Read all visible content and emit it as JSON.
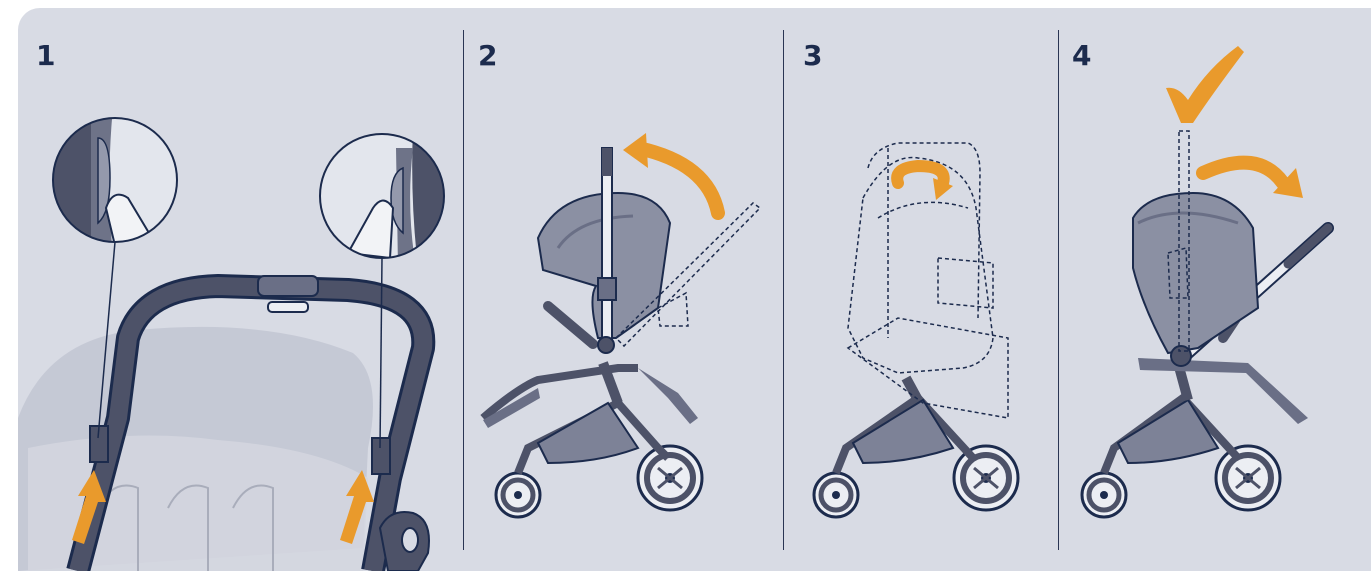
{
  "steps": [
    {
      "number": "1"
    },
    {
      "number": "2"
    },
    {
      "number": "3"
    },
    {
      "number": "4"
    }
  ],
  "colors": {
    "background": "#d8dbe4",
    "navy": "#1c2b4d",
    "orange": "#e99a2c",
    "seat_gray": "#8b90a3",
    "frame_dark": "#4d5268"
  }
}
